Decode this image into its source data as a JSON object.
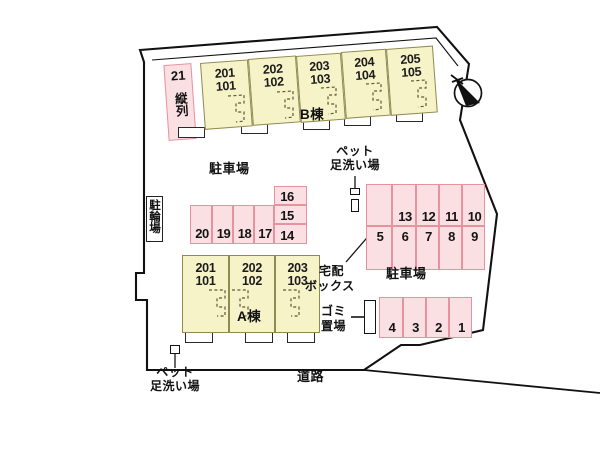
{
  "plan": {
    "title": "apartment-site-plan",
    "road_label": "道路",
    "compass": "north-arrow-icon"
  },
  "colors": {
    "building_fill": "#f7f3c8",
    "building_stroke": "#8f8a52",
    "parking_fill": "#fadfe3",
    "parking_stroke": "#e8919f",
    "outline": "#111111",
    "page_background": "#ffffff"
  },
  "buildings": [
    {
      "id": "b-building",
      "tag": "B棟",
      "units": [
        {
          "upper": "201",
          "lower": "101"
        },
        {
          "upper": "202",
          "lower": "102"
        },
        {
          "upper": "203",
          "lower": "103"
        },
        {
          "upper": "204",
          "lower": "104"
        },
        {
          "upper": "205",
          "lower": "105"
        }
      ]
    },
    {
      "id": "a-building",
      "tag": "A棟",
      "units": [
        {
          "upper": "201",
          "lower": "101"
        },
        {
          "upper": "202",
          "lower": "102"
        },
        {
          "upper": "203",
          "lower": "103"
        }
      ]
    }
  ],
  "parking": {
    "label_center": "駐車場",
    "label_right": "駐車場",
    "tandem": {
      "number": "21",
      "note": "縦列"
    },
    "left_block": {
      "bottom_row": [
        "20",
        "19",
        "18",
        "17",
        "14"
      ],
      "stack": [
        "16",
        "15"
      ]
    },
    "right_block": {
      "top_row": [
        "13",
        "12",
        "11",
        "10"
      ],
      "bottom_row": [
        "5",
        "6",
        "7",
        "8",
        "9"
      ]
    },
    "bottom_row": [
      "4",
      "3",
      "2",
      "1"
    ]
  },
  "amenities": {
    "bicycle_parking": "駐輪場",
    "pet_wash_top_line1": "ペット",
    "pet_wash_top_line2": "足洗い場",
    "pet_wash_bottom_line1": "ペット",
    "pet_wash_bottom_line2": "足洗い場",
    "delivery_box_line1": "宅配",
    "delivery_box_line2": "ボックス",
    "garbage_line1": "ゴミ",
    "garbage_line2": "置場"
  }
}
